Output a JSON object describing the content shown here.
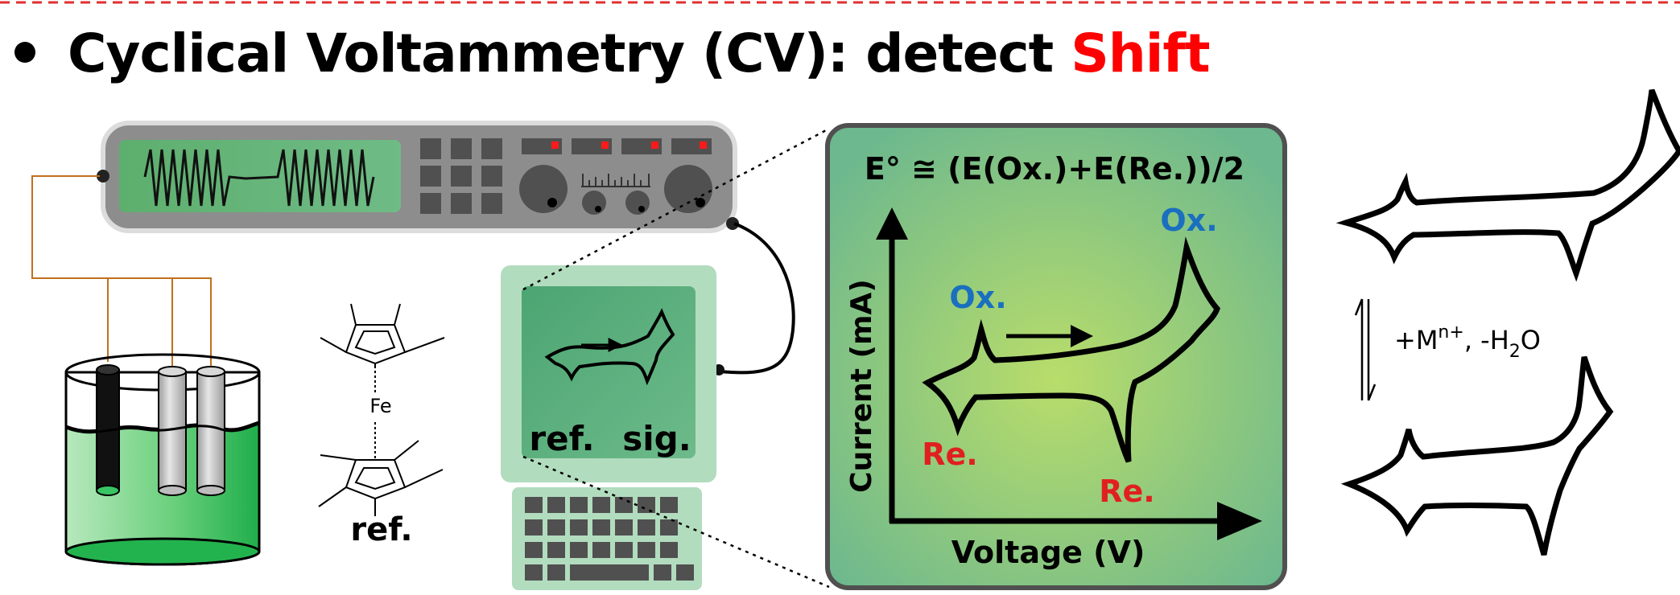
{
  "title": {
    "prefix": "Cyclical Voltammetry (CV): detect ",
    "highlight": "Shift",
    "highlight_color": "#ff0000"
  },
  "reference_molecule": {
    "metal_label": "Fe",
    "caption": "ref."
  },
  "computer_screen": {
    "left_label": "ref.",
    "right_label": "sig."
  },
  "cv_panel": {
    "formula": "E° ≅ (E(Ox.)+E(Re.))/2",
    "ylabel": "Current (mA)",
    "xlabel": "Voltage (V)",
    "ref_ox_label": "Ox.",
    "ref_re_label": "Re.",
    "sig_ox_label": "Ox.",
    "sig_re_label": "Re.",
    "ox_color": "#1a6fbf",
    "re_color": "#e02020"
  },
  "equilibrium": {
    "base": "+M",
    "sup": "n+",
    "mid": ", -H",
    "sub": "2",
    "tail": "O"
  }
}
